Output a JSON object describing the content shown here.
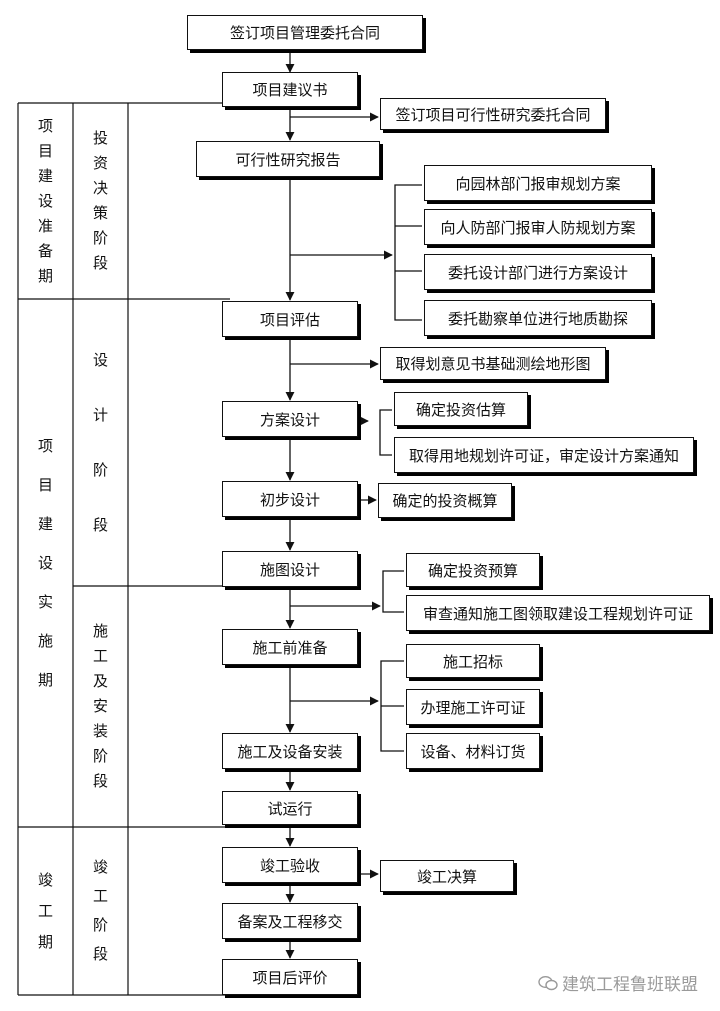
{
  "phases": {
    "outer": [
      {
        "id": "outer-prep",
        "label": "项目建设准备期"
      },
      {
        "id": "outer-impl",
        "label": "项目建设实施期"
      },
      {
        "id": "outer-complete",
        "label": "竣工期"
      }
    ],
    "inner": [
      {
        "id": "inner-decision",
        "label": "投资决策阶段"
      },
      {
        "id": "inner-design",
        "label": "设计阶段"
      },
      {
        "id": "inner-construction",
        "label": "施工及安装阶段"
      },
      {
        "id": "inner-completion",
        "label": "竣工阶段"
      }
    ]
  },
  "main_steps": [
    "签订项目管理委托合同",
    "项目建议书",
    "可行性研究报告",
    "项目评估",
    "方案设计",
    "初步设计",
    "施图设计",
    "施工前准备",
    "施工及设备安装",
    "试运行",
    "竣工验收",
    "备案及工程移交",
    "项目后评价"
  ],
  "side_steps": [
    "签订项目可行性研究委托合同",
    "向园林部门报审规划方案",
    "向人防部门报审人防规划方案",
    "委托设计部门进行方案设计",
    "委托勘察单位进行地质勘探",
    "取得划意见书基础测绘地形图",
    "确定投资估算",
    "取得用地规划许可证，审定设计方案通知",
    "确定的投资概算",
    "确定投资预算",
    "审查通知施工图领取建设工程规划许可证",
    "施工招标",
    "办理施工许可证",
    "设备、材料订货",
    "竣工决算"
  ],
  "watermark": "建筑工程鲁班联盟"
}
